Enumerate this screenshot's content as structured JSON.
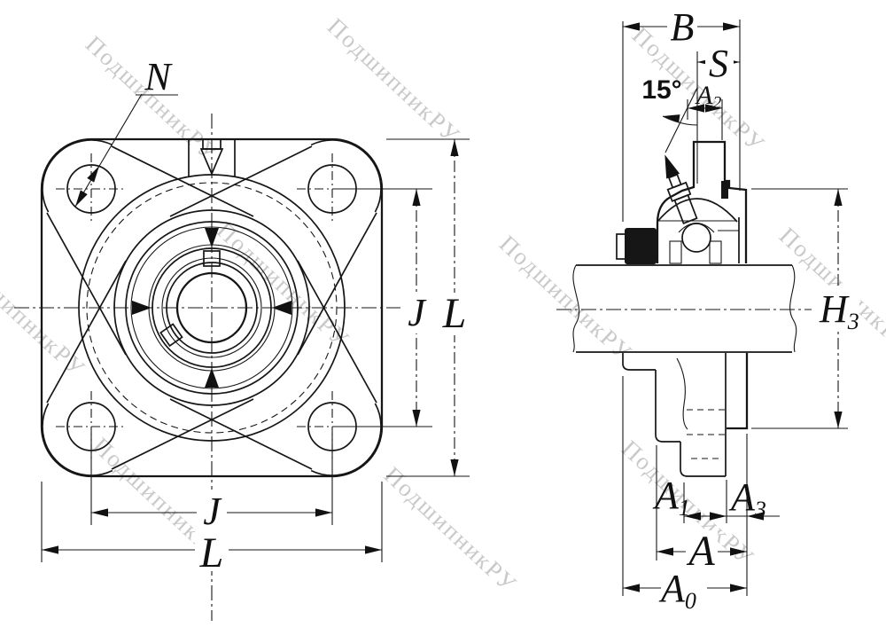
{
  "watermark": {
    "text": "ПодшипникРУ",
    "color": "#c4c4c4"
  },
  "front": {
    "labels": {
      "n": "N",
      "j_vertical": "J",
      "l_vertical": "L",
      "j_horizontal": "J",
      "l_horizontal": "L"
    }
  },
  "side": {
    "labels": {
      "b": "B",
      "s": "S",
      "angle": "15°",
      "a2": {
        "base": "A",
        "sub": "2"
      },
      "h3": {
        "base": "H",
        "sub": "3"
      },
      "a1": {
        "base": "A",
        "sub": "1"
      },
      "a3": {
        "base": "A",
        "sub": "3"
      },
      "a": "A",
      "a0": {
        "base": "A",
        "sub": "0"
      }
    }
  }
}
